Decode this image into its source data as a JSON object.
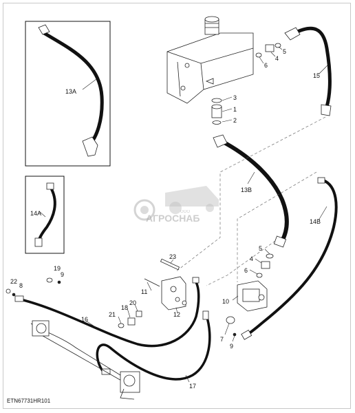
{
  "watermark": {
    "brand": "АГРОСНАБ",
    "prefix": "ООО"
  },
  "figure_code": "ETN67731HR101",
  "callouts": {
    "p1": "1",
    "p2": "2",
    "p3": "3",
    "p4a": "4",
    "p4b": "4",
    "p5a": "5",
    "p5b": "5",
    "p6a": "6",
    "p6b": "6",
    "p7": "7",
    "p8": "8",
    "p9a": "9",
    "p9b": "9",
    "p10": "10",
    "p11": "11",
    "p12": "12",
    "p13a": "13A",
    "p13b": "13B",
    "p14a": "14A",
    "p14b": "14B",
    "p15": "15",
    "p16": "16",
    "p17": "17",
    "p18": "18",
    "p19": "19",
    "p20": "20",
    "p21": "21",
    "p22": "22",
    "p23": "23"
  }
}
